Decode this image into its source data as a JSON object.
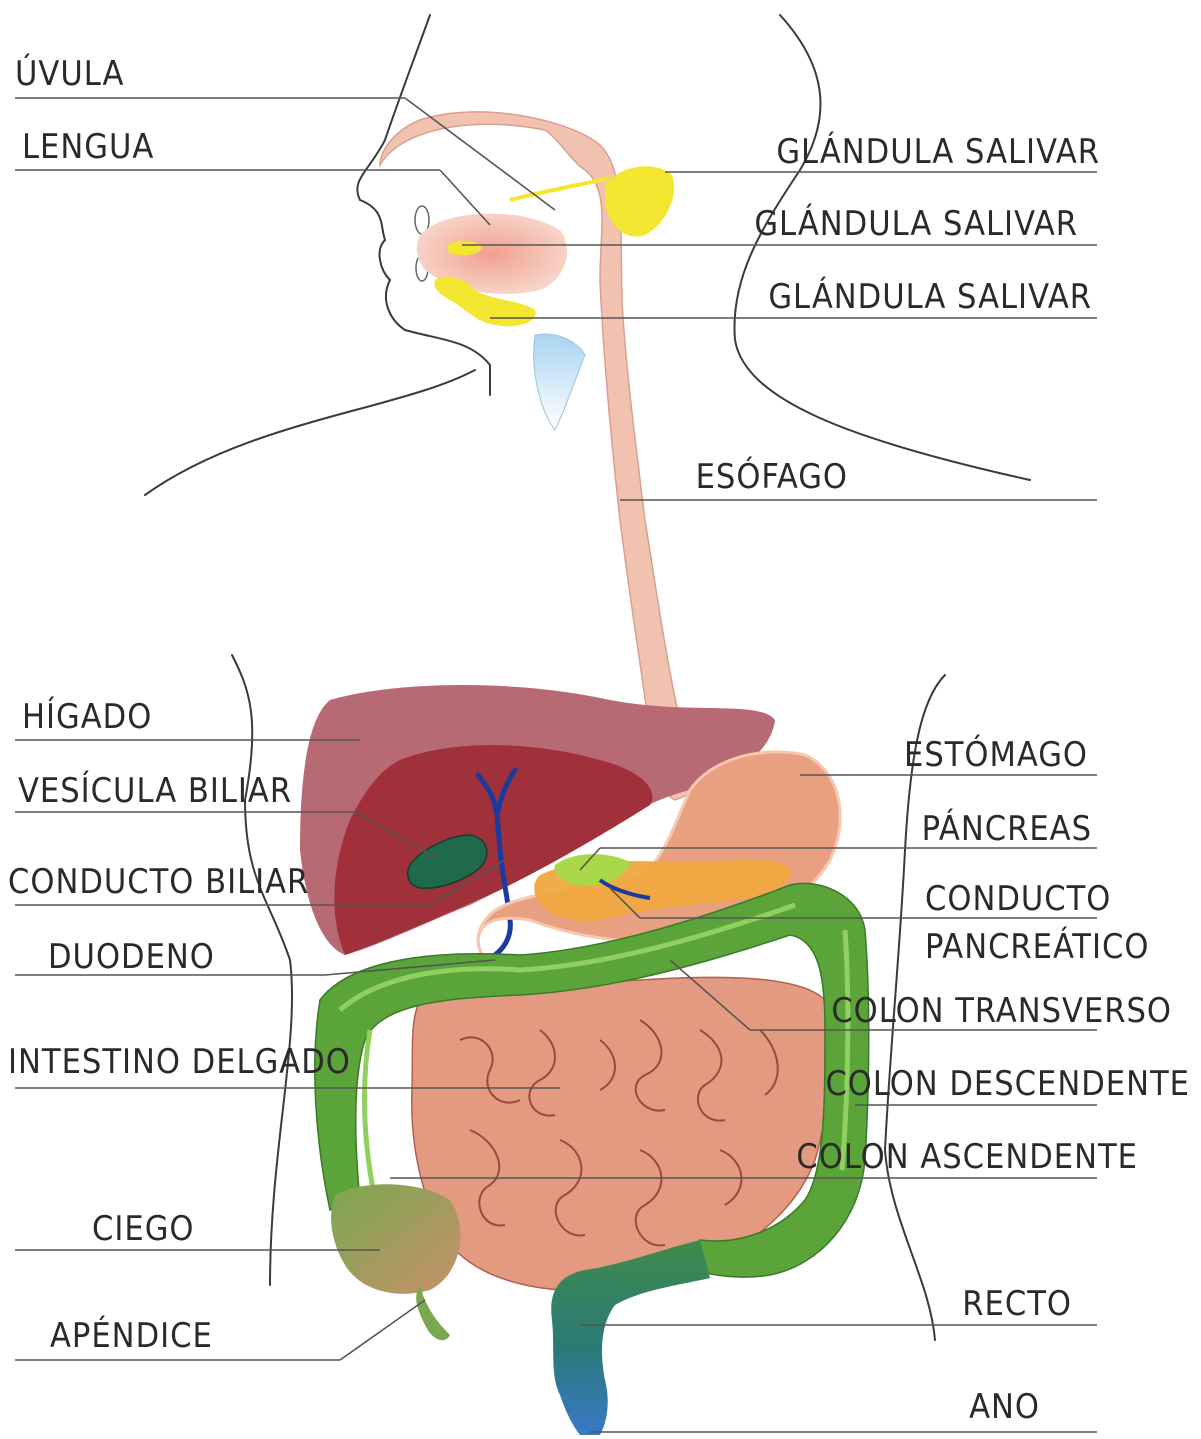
{
  "labels": {
    "uvula": "ÚVULA",
    "lengua": "LENGUA",
    "glandula_salivar_1": "GLÁNDULA SALIVAR",
    "glandula_salivar_2": "GLÁNDULA SALIVAR",
    "glandula_salivar_3": "GLÁNDULA SALIVAR",
    "esofago": "ESÓFAGO",
    "higado": "HÍGADO",
    "vesicula_biliar": "VESÍCULA BILIAR",
    "conducto_biliar": "CONDUCTO BILIAR",
    "duodeno": "DUODENO",
    "intestino_delgado": "INTESTINO DELGADO",
    "ciego": "CIEGO",
    "apendice": "APÉNDICE",
    "estomago": "ESTÓMAGO",
    "pancreas": "PÁNCREAS",
    "conducto_pancreatico_line1": "CONDUCTO",
    "conducto_pancreatico_line2": "PANCREÁTICO",
    "colon_transverso": "COLON TRANSVERSO",
    "colon_descendente": "COLON DESCENDENTE",
    "colon_ascendente": "COLON ASCENDENTE",
    "recto": "RECTO",
    "ano": "ANO"
  },
  "colors": {
    "liver": "#a0303a",
    "liver_light": "#b86a74",
    "esophagus": "#f2c2b0",
    "stomach": "#e8a080",
    "small_intestine": "#e39a80",
    "colon": "#5aa43a",
    "colon_light": "#8fd060",
    "gallbladder": "#1e6a4a",
    "bile_duct": "#1a3aa0",
    "pancreas": "#f0a840",
    "salivary": "#f3e630",
    "rectum": "#2a8070",
    "anus": "#3a78c8",
    "trachea": "#c8e4f4"
  }
}
